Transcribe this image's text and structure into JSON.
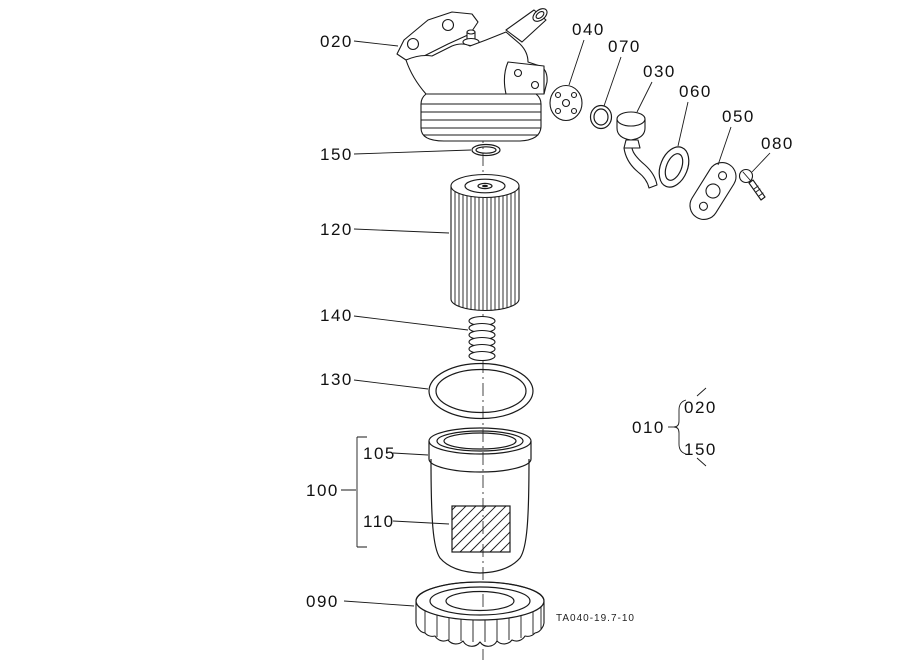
{
  "diagram": {
    "drawing_code": "TA040-19.7-10",
    "callouts": {
      "c020": "020",
      "c040": "040",
      "c070": "070",
      "c030": "030",
      "c060": "060",
      "c050": "050",
      "c080": "080",
      "c150": "150",
      "c120": "120",
      "c140": "140",
      "c130": "130",
      "c105": "105",
      "c100": "100",
      "c110": "110",
      "c090": "090",
      "c010": "010",
      "c010_group_020": "020",
      "c010_group_150": "150"
    }
  }
}
